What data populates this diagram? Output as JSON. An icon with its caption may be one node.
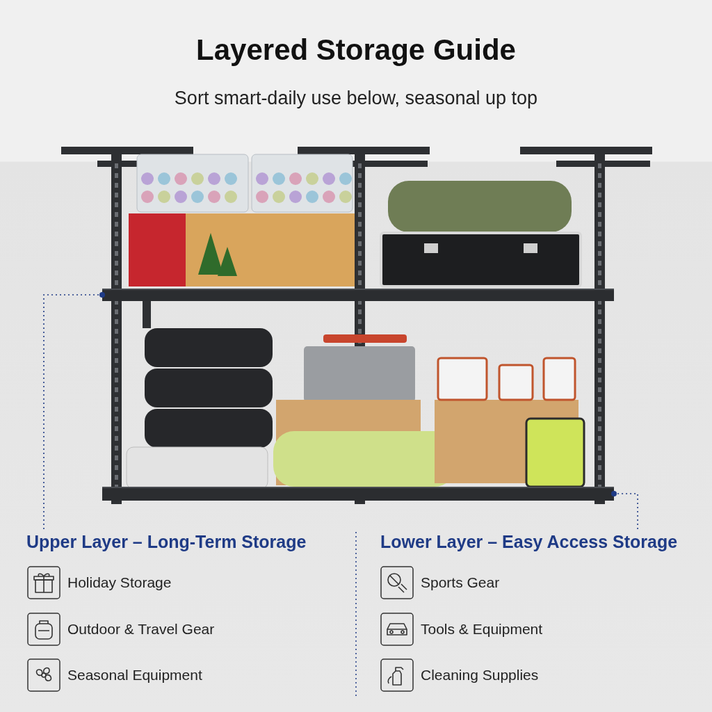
{
  "diagram": {
    "title": "Layered Storage Guide",
    "nodes": [
      {
        "text": [],
        "shape": "picture"
      },
      {
        "text": [],
        "shape": "bar",
        "in": 0
      },
      {
        "text": [],
        "shape": "bar",
        "in": 0
      },
      {
        "text": [
          "Upper Layer – Long-Term Storage"
        ]
      },
      {
        "text": [
          "Lower Layer – Easy Access Storage"
        ]
      }
    ],
    "edges": [
      {
        "from": 3,
        "to": 1,
        "arrow": "other",
        "style": "dashed"
      },
      {
        "from": 4,
        "to": 2,
        "arrow": "other",
        "style": "dashed"
      }
    ],
    "labels": [
      "Sort smart-daily use below, seasonal up top",
      "Holiday Storage",
      "Outdoor & Travel Gear",
      "Seasonal Equipment",
      "Sports Gear",
      "Tools & Equipment",
      "Cleaning Supplies"
    ]
  }
}
